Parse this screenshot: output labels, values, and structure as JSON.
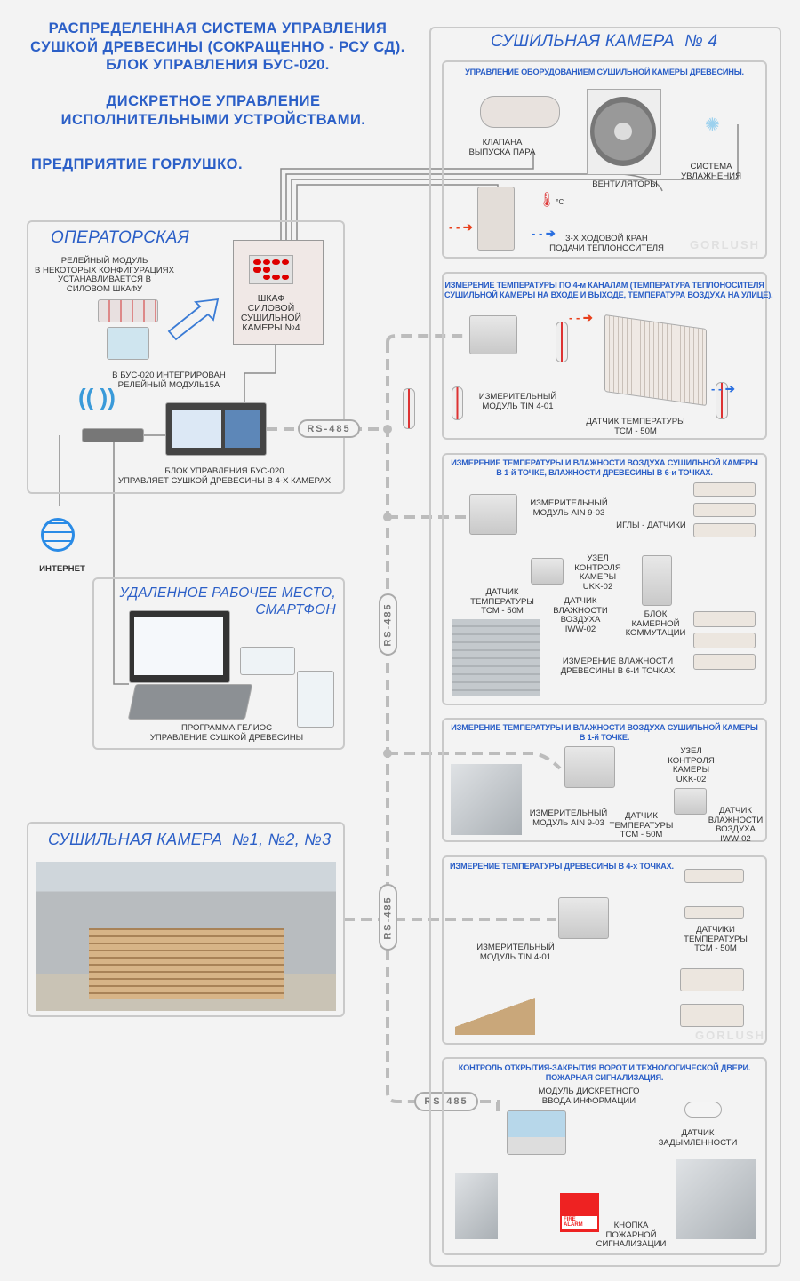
{
  "header": {
    "title_lines": [
      "РАСПРЕДЕЛЕННАЯ СИСТЕМА УПРАВЛЕНИЯ",
      "СУШКОЙ ДРЕВЕСИНЫ (СОКРАЩЕННО - РСУ СД).",
      "БЛОК УПРАВЛЕНИЯ БУС-020."
    ],
    "subtitle_lines": [
      "ДИСКРЕТНОЕ УПРАВЛЕНИЕ",
      "ИСПОЛНИТЕЛЬНЫМИ УСТРОЙСТВАМИ."
    ],
    "company": "ПРЕДПРИЯТИЕ ГОРЛУШКО."
  },
  "operator": {
    "heading": "ОПЕРАТОРСКАЯ",
    "relay_note": [
      "РЕЛЕЙНЫЙ МОДУЛЬ",
      "В НЕКОТОРЫХ КОНФИГУРАЦИЯХ",
      "УСТАНАВЛИВАЕТСЯ В",
      "СИЛОВОМ ШКАФУ"
    ],
    "cabinet": [
      "ШКАФ",
      "СИЛОВОЙ",
      "СУШИЛЬНОЙ",
      "КАМЕРЫ №4"
    ],
    "integrated_note": [
      "В БУС-020 ИНТЕГРИРОВАН",
      "РЕЛЕЙНЫЙ МОДУЛЬ15А"
    ],
    "controller_caption": [
      "БЛОК УПРАВЛЕНИЯ БУС-020",
      "УПРАВЛЯЕТ СУШКОЙ ДРЕВЕСИНЫ В 4-х КАМЕРАХ"
    ]
  },
  "internet_label": "ИНТЕРНЕТ",
  "bus_label": "RS-485",
  "remote": {
    "heading": [
      "УДАЛЕННОЕ РАБОЧЕЕ МЕСТО,",
      "СМАРТФОН"
    ],
    "caption": [
      "ПРОГРАММА ГЕЛИОС",
      "УПРАВЛЕНИЕ СУШКОЙ ДРЕВЕСИНЫ"
    ]
  },
  "chambers123": {
    "heading": "СУШИЛЬНАЯ КАМЕРА  №1, №2, №3"
  },
  "chamber4": {
    "heading": "СУШИЛЬНАЯ КАМЕРА  № 4",
    "watermark": "GORLUSH",
    "panels": [
      {
        "title": [
          "УПРАВЛЕНИЕ ОБОРУДОВАНИЕМ СУШИЛЬНОЙ КАМЕРЫ ДРЕВЕСИНЫ."
        ],
        "labels": {
          "valve": [
            "КЛАПАНА",
            "ВЫПУСКА ПАРА"
          ],
          "fans": "ВЕНТИЛЯТОРЫ",
          "humid": [
            "СИСТЕМА",
            "УВЛАЖНЕНИЯ"
          ],
          "crane": [
            "3-Х ХОДОВОЙ КРАН",
            "ПОДАЧИ ТЕПЛОНОСИТЕЛЯ"
          ],
          "degree": "°C"
        }
      },
      {
        "title": [
          "ИЗМЕРЕНИЕ ТЕМПЕРАТУРЫ ПО 4-м КАНАЛАМ (ТЕМПЕРАТУРА ТЕПЛОНОСИТЕЛЯ",
          "СУШИЛЬНОЙ КАМЕРЫ НА ВХОДЕ И ВЫХОДЕ, ТЕМПЕРАТУРА ВОЗДУХА НА УЛИЦЕ)."
        ],
        "labels": {
          "module": [
            "ИЗМЕРИТЕЛЬНЫЙ",
            "МОДУЛЬ Tin 4-01"
          ],
          "sensor": [
            "ДАТЧИК ТЕМПЕРАТУРЫ",
            "ТСМ - 50М"
          ]
        }
      },
      {
        "title": [
          "ИЗМЕРЕНИЕ ТЕМПЕРАТУРЫ И ВЛАЖНОСТИ ВОЗДУХА СУШИЛЬНОЙ КАМЕРЫ",
          "В 1-й ТОЧКЕ, ВЛАЖНОСТИ ДРЕВЕСИНЫ В 6-и ТОЧКАХ."
        ],
        "labels": {
          "module": [
            "ИЗМЕРИТЕЛЬНЫЙ",
            "МОДУЛЬ Ain 9-03"
          ],
          "needles": "ИГЛЫ - ДАТЧИКИ",
          "node": [
            "УЗЕЛ",
            "КОНТРОЛЯ",
            "КАМЕРЫ",
            "UKK-02"
          ],
          "temp": [
            "ДАТЧИК",
            "ТЕМПЕРАТУРЫ",
            "ТСМ - 50М"
          ],
          "hum": [
            "ДАТЧИК",
            "ВЛАЖНОСТИ",
            "ВОЗДУХА",
            "IWW-02"
          ],
          "switch": [
            "БЛОК",
            "КАМЕРНОЙ",
            "КОММУТАЦИИ"
          ],
          "wood": [
            "ИЗМЕРЕНИЕ ВЛАЖНОСТИ",
            "ДРЕВЕСИНЫ В 6-и ТОЧКАХ"
          ]
        }
      },
      {
        "title": [
          "ИЗМЕРЕНИЕ ТЕМПЕРАТУРЫ И ВЛАЖНОСТИ ВОЗДУХА СУШИЛЬНОЙ КАМЕРЫ",
          "В 1-й ТОЧКЕ."
        ],
        "labels": {
          "node": [
            "УЗЕЛ",
            "КОНТРОЛЯ",
            "КАМЕРЫ",
            "UKK-02"
          ],
          "module": [
            "ИЗМЕРИТЕЛЬНЫЙ",
            "МОДУЛЬ Ain 9-03"
          ],
          "temp": [
            "ДАТЧИК",
            "ТЕМПЕРАТУРЫ",
            "ТСМ - 50М"
          ],
          "hum": [
            "ДАТЧИК",
            "ВЛАЖНОСТИ",
            "ВОЗДУХА",
            "IWW-02"
          ]
        }
      },
      {
        "title": [
          "ИЗМЕРЕНИЕ ТЕМПЕРАТУРЫ ДРЕВЕСИНЫ В 4-х ТОЧКАХ."
        ],
        "labels": {
          "module": [
            "ИЗМЕРИТЕЛЬНЫЙ",
            "МОДУЛЬ Tin 4-01"
          ],
          "sensors": [
            "ДАТЧИКИ",
            "ТЕМПЕРАТУРЫ",
            "ТСМ - 50М"
          ]
        }
      },
      {
        "title": [
          "КОНТРОЛЬ ОТКРЫТИЯ-ЗАКРЫТИЯ ВОРОТ И ТЕХНОЛОГИЧЕСКОЙ ДВЕРИ.",
          "ПОЖАРНАЯ СИГНАЛИЗАЦИЯ."
        ],
        "labels": {
          "module": [
            "МОДУЛЬ ДИСКРЕТНОГО",
            "ВВОДА ИНФОРМАЦИИ"
          ],
          "smoke": [
            "ДАТЧИК",
            "ЗАДЫМЛЕННОСТИ"
          ],
          "button": [
            "КНОПКА",
            "ПОЖАРНОЙ",
            "СИГНАЛИЗАЦИИ"
          ],
          "fire_alarm": "FIRE ALARM"
        }
      }
    ]
  },
  "colors": {
    "accent": "#2b5fc7",
    "hot": "#e8401c",
    "cold": "#2a6fe0"
  }
}
